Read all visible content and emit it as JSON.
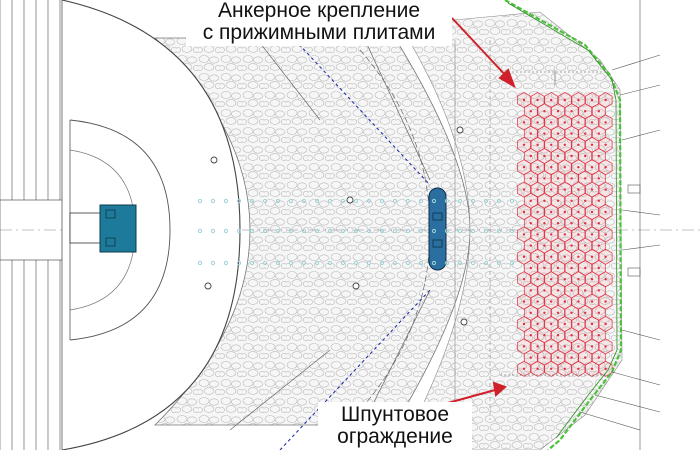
{
  "callouts": {
    "anchor_line1": "Анкерное крепление",
    "anchor_line2": "с прижимными плитами",
    "sheet_line1": "Шпунтовое",
    "sheet_line2": "ограждение"
  },
  "colors": {
    "drawing_line": "#5a5a5a",
    "anchor_plates": "#e03040",
    "sheet_piling": "#4cc23a",
    "arrow": "#d0202a",
    "anchor_rods": "#1f2fa8",
    "buoy": "#2a6fa0",
    "pillar": "#1d7a9a",
    "dots": "#9fd3d6"
  },
  "icons": [
    "arrow-pointer-icon"
  ]
}
